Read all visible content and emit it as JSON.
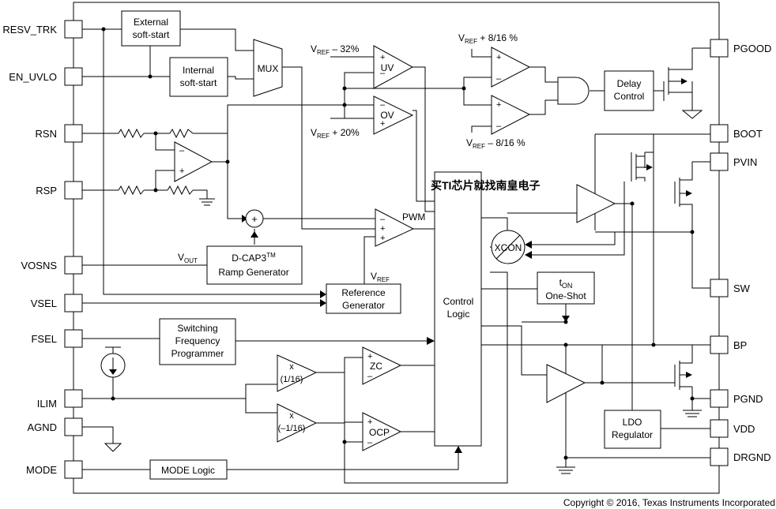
{
  "pins": {
    "left": [
      "RESV_TRK",
      "EN_UVLO",
      "RSN",
      "RSP",
      "VOSNS",
      "VSEL",
      "FSEL",
      "ILIM",
      "AGND",
      "MODE"
    ],
    "right": [
      "PGOOD",
      "BOOT",
      "PVIN",
      "SW",
      "BP",
      "PGND",
      "VDD",
      "DRGND"
    ]
  },
  "blocks": {
    "ext_softstart": [
      "External",
      "soft-start"
    ],
    "int_softstart": [
      "Internal",
      "soft-start"
    ],
    "mux": "MUX",
    "delay": [
      "Delay",
      "Control"
    ],
    "dcap_line1": "D-CAP3",
    "dcap_tm": "TM",
    "dcap_line2": "Ramp Generator",
    "refgen": [
      "Reference",
      "Generator"
    ],
    "switching": [
      "Switching",
      "Frequency",
      "Programmer"
    ],
    "control": [
      "Control",
      "Logic"
    ],
    "ton_prefix": "t",
    "ton_sub": "ON",
    "ton_line2": "One-Shot",
    "ldo": [
      "LDO",
      "Regulator"
    ],
    "mode_logic": "MODE Logic",
    "xcon": "XCON"
  },
  "comparators": {
    "uv": "UV",
    "ov": "OV",
    "pwm": "PWM",
    "zc": "ZC",
    "ocp": "OCP",
    "zc_gain": [
      "x",
      "(1/16)"
    ],
    "ocp_gain": [
      "x",
      "(–1/16)"
    ]
  },
  "labels": {
    "vref": "V",
    "ref_sub": "REF",
    "uv_th": " – 32%",
    "ov_th": " + 20%",
    "pg_hi": " + 8/16 %",
    "pg_lo": " – 8/16 %",
    "vout": "V",
    "out_sub": "OUT",
    "vref_gen": "V",
    "sum_plus": "+",
    "minus": "–",
    "plus": "+"
  },
  "watermark": "买TI芯片就找南皇电子",
  "copyright": "Copyright © 2016, Texas Instruments Incorporated",
  "colors": {
    "watermark": "#e8403c"
  }
}
